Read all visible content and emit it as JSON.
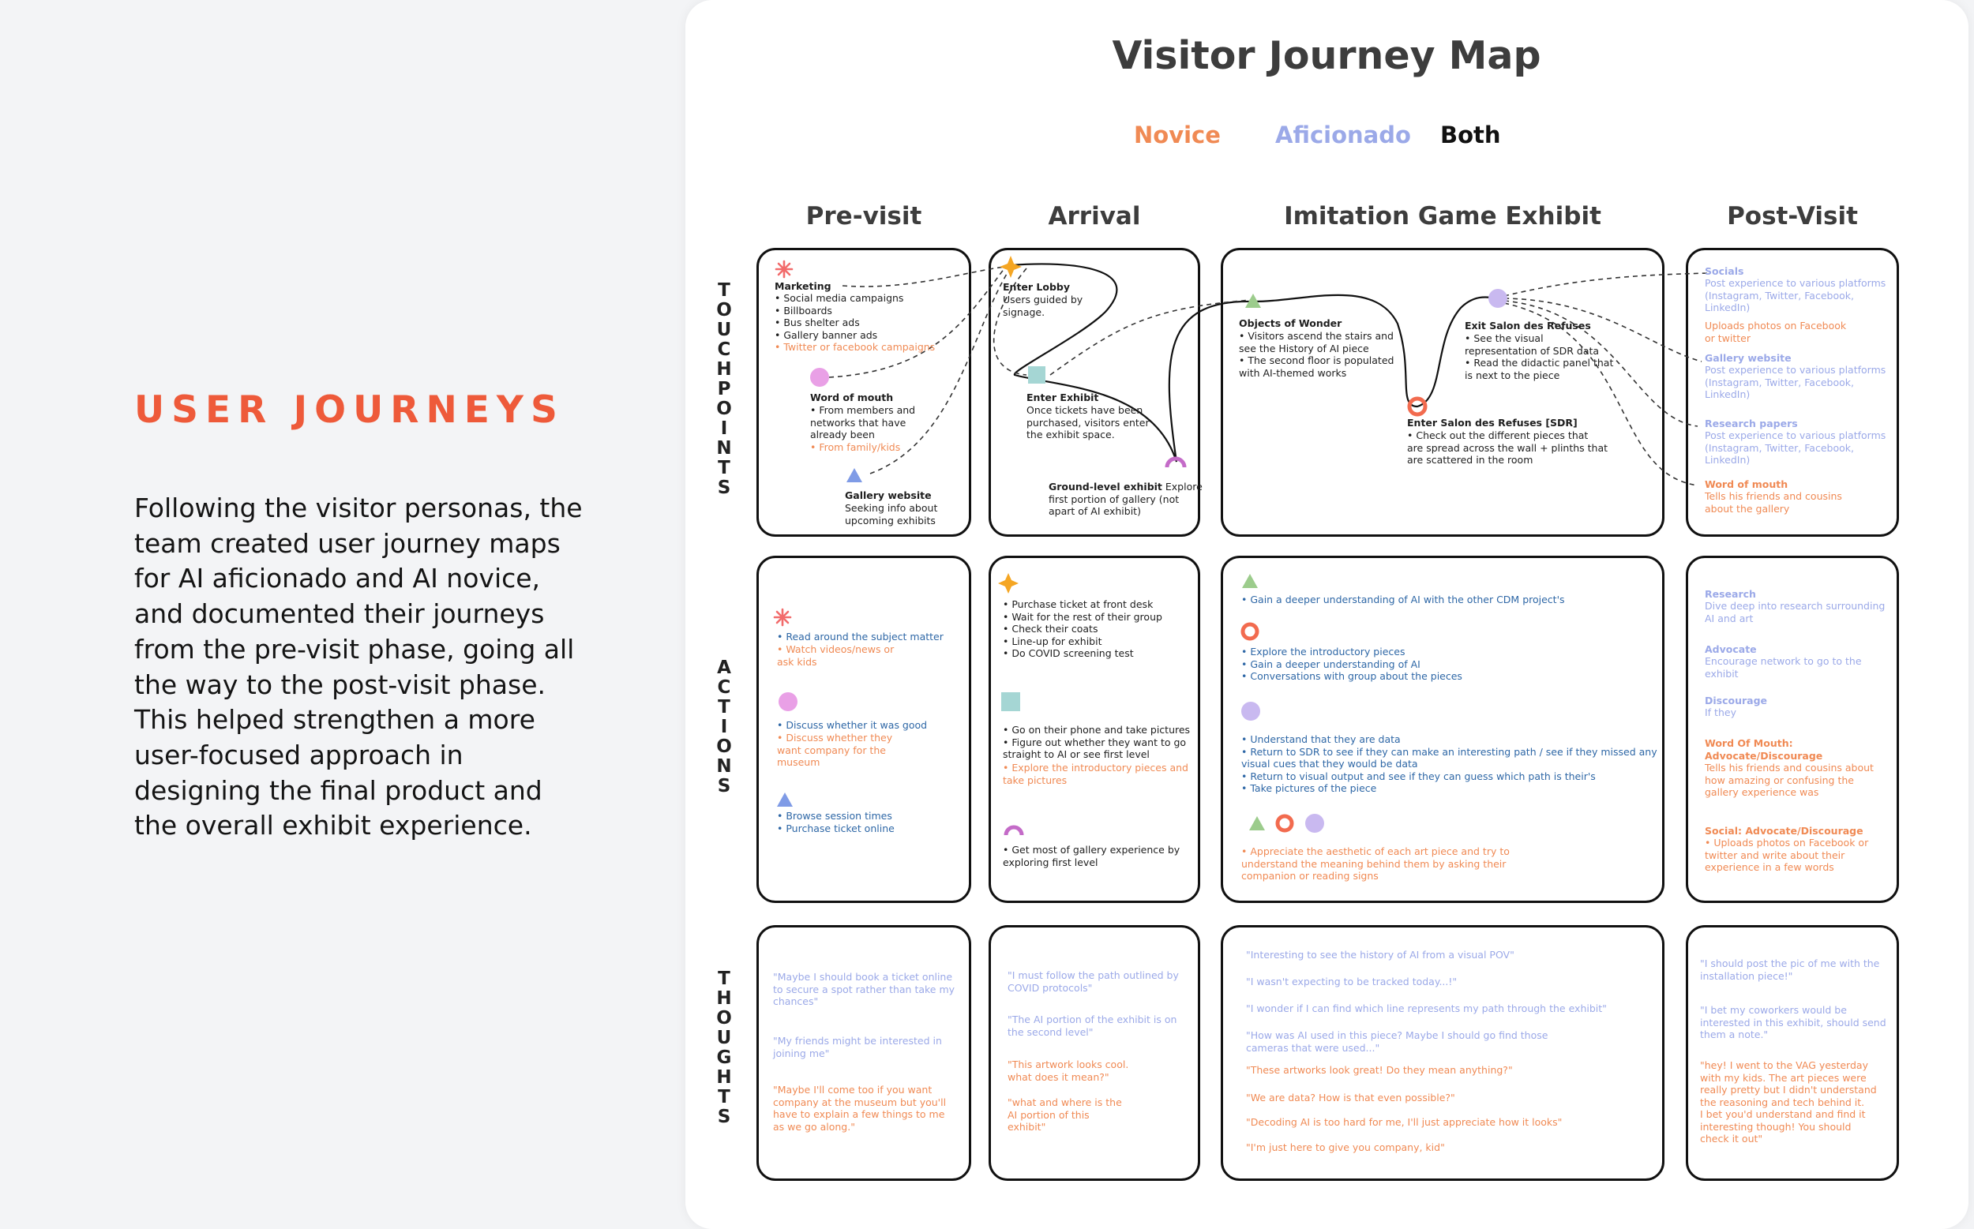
{
  "left": {
    "title": "USER JOURNEYS",
    "body": "Following the visitor personas, the team created user journey maps for AI aficionado and AI novice, and documented their journeys from the pre-visit phase, going all the way to  the post-visit phase. This helped strengthen a more user-focused approach in designing the final product and the overall exhibit experience."
  },
  "map": {
    "title": "Visitor Journey Map",
    "legend": [
      "Novice",
      "Aficionado",
      "Both"
    ],
    "phases": [
      "Pre-visit",
      "Arrival",
      "Imitation Game Exhibit",
      "Post-Visit"
    ],
    "rows": [
      "TOUCHPOINTS",
      "ACTIONS",
      "THOUGHTS"
    ]
  },
  "colors": {
    "novice": "#f08a54",
    "aficionado": "#9ba9e8",
    "both": "#111111",
    "accent": "#ee5a3a",
    "star_red": "#f26b6b",
    "star_yellow": "#f5a623",
    "circle_pink": "#e9a0e6",
    "triangle_blue": "#7f9be6",
    "triangle_green": "#9ccc8c",
    "square_teal": "#a5d6d4",
    "ring_orange": "#f26b4f",
    "arc_purple": "#c46bc8",
    "blob_lavender": "#c9b9f0"
  },
  "icons": {
    "marketing": "red-asterisk-icon",
    "word_of_mouth": "pink-circle-icon",
    "gallery_website": "blue-triangle-icon",
    "lobby": "yellow-star-icon",
    "exhibit": "teal-square-icon",
    "ground_level": "purple-arc-icon",
    "objects_of_wonder": "green-triangle-icon",
    "salon": "orange-ring-icon",
    "exit_salon": "lavender-blob-icon"
  },
  "touchpoints": {
    "pre": {
      "marketing_title": "Marketing",
      "marketing_items": "• Social media campaigns\n• Billboards\n• Bus shelter ads\n• Gallery banner ads",
      "marketing_novice": "• Twitter or facebook campaigns",
      "wom_title": "Word of mouth",
      "wom_items": "• From members and\n   networks that have\n   already been",
      "wom_novice": "• From family/kids",
      "web_title": "Gallery website",
      "web_items": "Seeking info about\nupcoming exhibits"
    },
    "arrival": {
      "lobby_title": "Enter Lobby",
      "lobby_items": "Users guided by\nsignage.",
      "exhibit_title": "Enter Exhibit",
      "exhibit_items": "Once tickets have been\npurchased, visitors enter\nthe exhibit space.",
      "ground_title": "Ground-level exhibit",
      "ground_items": " Explore\nfirst portion of gallery (not\napart of AI exhibit)"
    },
    "exhibit": {
      "wonder_title": "Objects of Wonder",
      "wonder_items": "• Visitors ascend the stairs and\n   see the History of AI piece\n• The second floor is populated\n   with AI-themed works",
      "exit_title": "Exit Salon des Refuses",
      "exit_items": "• See the visual\n   representation of SDR data\n• Read the didactic panel that\n   is next to the piece",
      "sdr_title": "Enter Salon des Refuses [SDR]",
      "sdr_items": "• Check out the different pieces that\n   are spread across the wall + plinths that\n   are scattered in the room"
    },
    "post": {
      "socials_title": "Socials",
      "socials_items": "Post experience to various platforms\n(Instagram, Twitter, Facebook,\nLinkedIn)",
      "socials_novice": "Uploads photos on Facebook\nor twitter",
      "website_title": "Gallery website",
      "website_items": "Post experience to various platforms\n(Instagram, Twitter, Facebook,\nLinkedIn)",
      "research_title": "Research papers",
      "research_items": "Post experience to various platforms\n(Instagram, Twitter, Facebook,\nLinkedIn)",
      "wom_title": "Word of mouth",
      "wom_items": "Tells his friends and cousins\nabout the gallery"
    }
  },
  "actions": {
    "pre": {
      "a1_blue": "• Read around the subject matter",
      "a1_orange": "• Watch videos/news or\n   ask kids",
      "a2_blue": "• Discuss whether it was good",
      "a2_orange": "• Discuss whether they\n   want company for the\n   museum",
      "a3_blue": "• Browse session times\n• Purchase ticket online"
    },
    "arrival": {
      "a1": "• Purchase ticket at front desk\n• Wait for the rest of their group\n• Check their coats\n• Line-up for exhibit\n• Do COVID screening test",
      "a2": "• Go on their phone and take pictures\n• Figure out whether they want to go\n   straight to AI or see first level",
      "a2_orange": "• Explore the introductory pieces and\n   take pictures",
      "a3": "• Get most of gallery experience by\n   exploring first level"
    },
    "exhibit": {
      "a1": "• Gain a deeper understanding of AI with the other CDM project's",
      "a2": "• Explore the introductory pieces\n• Gain a deeper understanding of AI\n• Conversations with group about the pieces",
      "a3": "• Understand that they are data\n• Return to SDR to see if they can make an interesting path / see if they missed any\n   visual cues that they would be data\n• Return to visual output and see if they can guess which path is their's\n• Take pictures of the piece",
      "a4_orange": "• Appreciate the aesthetic of each art piece and try to\n   understand the meaning behind them by asking their\n   companion or reading signs"
    },
    "post": {
      "research_title": "Research",
      "research_items": "Dive deep into research surrounding\nAI and art",
      "advocate_title": "Advocate",
      "advocate_items": "Encourage network to go to the\nexhibit",
      "discourage_title": "Discourage",
      "discourage_items": "If they",
      "wom_title": "Word Of Mouth:\nAdvocate/Discourage",
      "wom_items": "Tells his friends and cousins about\nhow amazing or confusing the\ngallery experience was",
      "social_title": "Social: Advocate/Discourage",
      "social_items": "• Uploads photos on Facebook or\n   twitter and write about their\n   experience in a few words"
    }
  },
  "thoughts": {
    "pre": {
      "t1": "\"Maybe I should book a ticket online\nto secure a spot rather than take my\nchances\"",
      "t2": "\"My friends might be interested in\njoining me\"",
      "t3": "\"Maybe I'll come too if you want\ncompany at the museum but you'll\nhave to explain a few things to me\nas we go along.\""
    },
    "arrival": {
      "t1": "\"I must follow the path outlined by\nCOVID protocols\"",
      "t2": "\"The AI portion of the exhibit is on\nthe second level\"",
      "t3": "\"This artwork looks cool.\nwhat does it mean?\"",
      "t4": "\"what and where is the\nAI portion of this\nexhibit\""
    },
    "exhibit": {
      "t1": "\"Interesting to see the history of AI from a visual POV\"",
      "t2": "\"I wasn't expecting to be tracked today...!\"",
      "t3": "\"I wonder if I can find which line represents my path through the exhibit\"",
      "t4": "\"How was AI used in this piece? Maybe I should go find those\ncameras that were used...\"",
      "t5": "\"These artworks look great! Do they mean anything?\"",
      "t6": "\"We are data? How is that even possible?\"",
      "t7": "\"Decoding AI is too hard for me, I'll just appreciate how it looks\"",
      "t8": "\"I'm just here to give you company, kid\""
    },
    "post": {
      "t1": "\"I should post the pic of me with the\ninstallation piece!\"",
      "t2": "\"I bet my coworkers would be\ninterested in this exhibit, should send\nthem a note.\"",
      "t3": "\"hey! I went to the VAG yesterday\nwith my kids. The art pieces were\nreally pretty but I didn't understand\nthe reasoning and tech behind it.\nI bet you'd understand and find it\ninteresting though! You should\ncheck it out\""
    }
  }
}
